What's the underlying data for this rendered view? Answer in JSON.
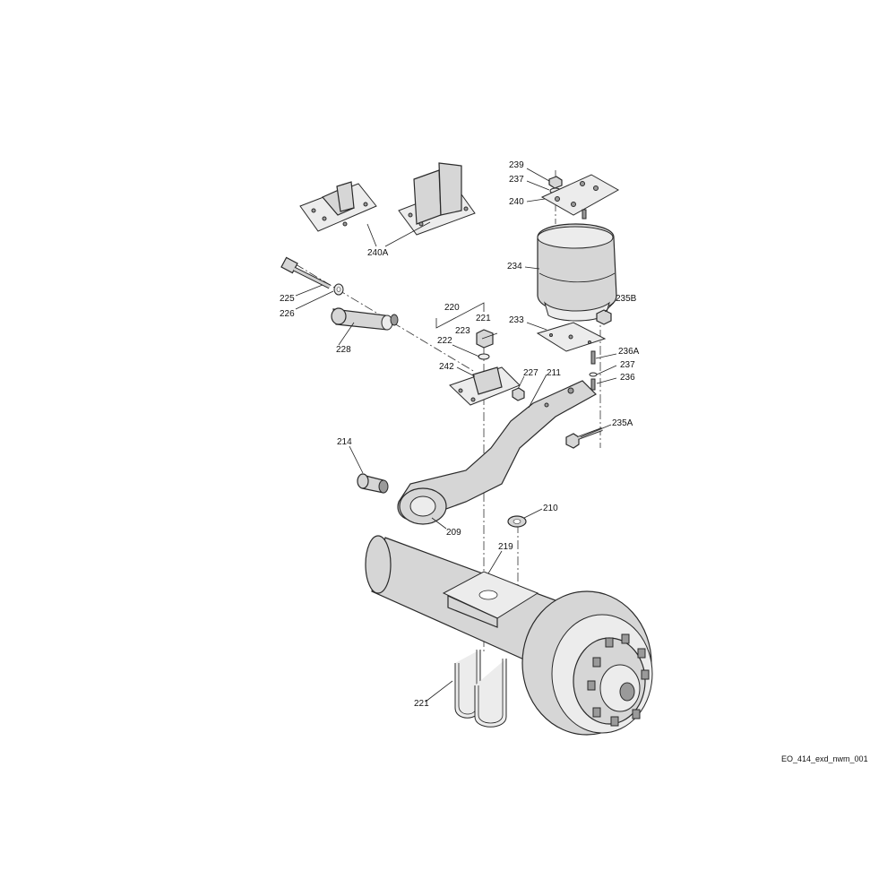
{
  "drawing_id": "EO_414_exd_nwm_001",
  "callouts": [
    {
      "id": "p239",
      "label": "239"
    },
    {
      "id": "p237a",
      "label": "237"
    },
    {
      "id": "p240",
      "label": "240"
    },
    {
      "id": "p240A",
      "label": "240A"
    },
    {
      "id": "p234",
      "label": "234"
    },
    {
      "id": "p225",
      "label": "225"
    },
    {
      "id": "p226",
      "label": "226"
    },
    {
      "id": "p235B",
      "label": "235B"
    },
    {
      "id": "p220",
      "label": "220"
    },
    {
      "id": "p221a",
      "label": "221"
    },
    {
      "id": "p223",
      "label": "223"
    },
    {
      "id": "p222",
      "label": "222"
    },
    {
      "id": "p233",
      "label": "233"
    },
    {
      "id": "p228",
      "label": "228"
    },
    {
      "id": "p236A",
      "label": "236A"
    },
    {
      "id": "p237b",
      "label": "237"
    },
    {
      "id": "p242",
      "label": "242"
    },
    {
      "id": "p227",
      "label": "227"
    },
    {
      "id": "p211",
      "label": "211"
    },
    {
      "id": "p236",
      "label": "236"
    },
    {
      "id": "p235A",
      "label": "235A"
    },
    {
      "id": "p214",
      "label": "214"
    },
    {
      "id": "p210",
      "label": "210"
    },
    {
      "id": "p209",
      "label": "209"
    },
    {
      "id": "p219",
      "label": "219"
    },
    {
      "id": "p221b",
      "label": "221"
    }
  ]
}
